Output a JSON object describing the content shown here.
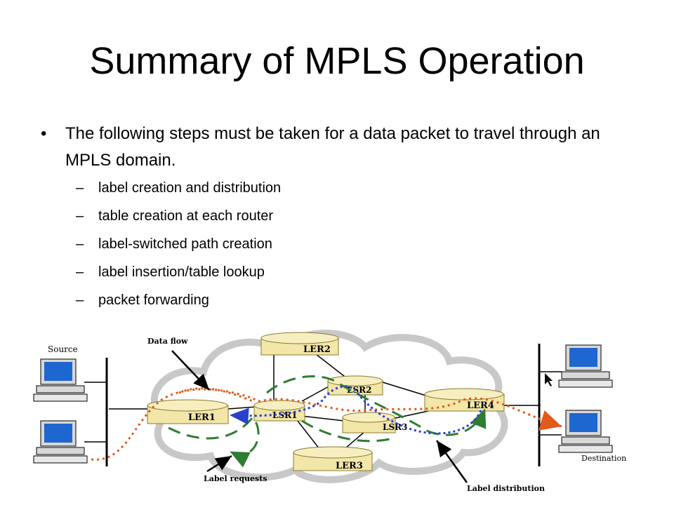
{
  "slide": {
    "title": "Summary of MPLS Operation",
    "bullet": {
      "marker": "•",
      "text": "The following steps must be taken for a data packet to travel through an MPLS domain."
    },
    "sub_marker": "–",
    "sub_items": [
      "label creation and distribution",
      "table creation at each router",
      "label-switched path creation",
      "label insertion/table lookup",
      "packet forwarding"
    ]
  },
  "diagram": {
    "labels": {
      "source": "Source",
      "destination": "Destination",
      "data_flow": "Data flow",
      "label_requests": "Label requests",
      "label_distribution": "Label distribution"
    },
    "routers": {
      "ler1": "LER1",
      "ler2": "LER2",
      "ler3": "LER3",
      "ler4": "LER4",
      "lsr1": "LSR1",
      "lsr2": "LSR2",
      "lsr3": "LSR3"
    },
    "colors": {
      "router_fill": "#f2e6a8",
      "router_stroke": "#8a7a30",
      "data_flow": "#e05a1a",
      "label_request": "#2e7d32",
      "label_distribution": "#2a3fd0",
      "cloud": "#c8c8c8",
      "screen": "#1e66d0"
    }
  }
}
